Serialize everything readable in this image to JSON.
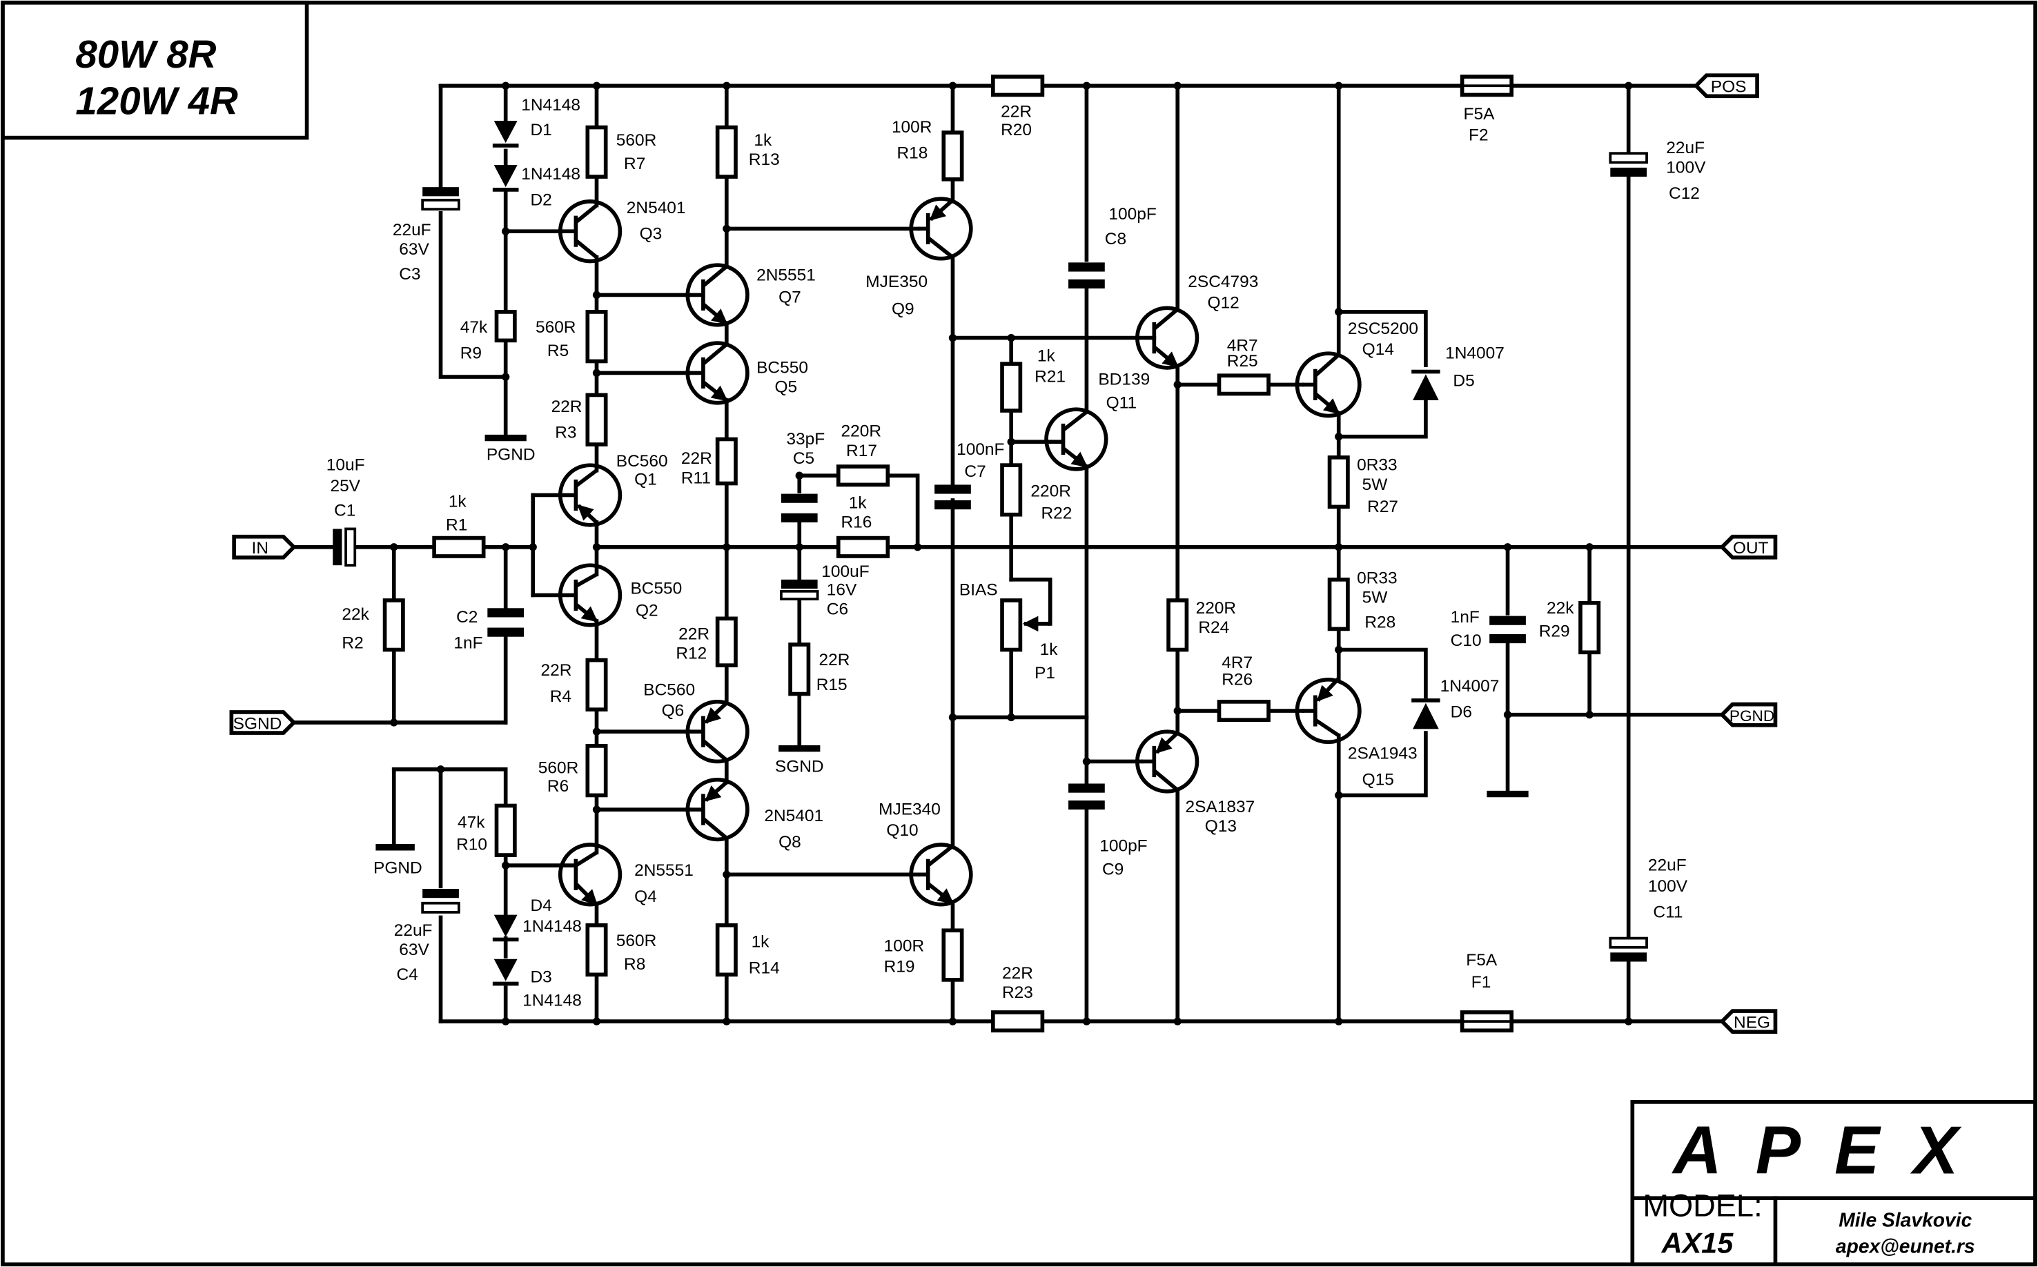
{
  "title_block": {
    "power_line1": "80W 8R",
    "power_line2": "120W 4R",
    "logo": "APEX",
    "model_label": "MODEL:",
    "model_value": "AX15",
    "author": "Mile Slavkovic",
    "email": "apex@eunet.rs"
  },
  "ports": {
    "in": "IN",
    "sgnd": "SGND",
    "pos": "POS",
    "neg": "NEG",
    "out": "OUT",
    "pgnd": "PGND"
  },
  "ground_labels": {
    "pgnd_top": "PGND",
    "pgnd_bottom": "PGND",
    "sgnd_feedback": "SGND"
  },
  "bias_label": "BIAS",
  "components": {
    "D1": {
      "ref": "D1",
      "value": "1N4148"
    },
    "D2": {
      "ref": "D2",
      "value": "1N4148"
    },
    "D3": {
      "ref": "D3",
      "value": "1N4148"
    },
    "D4": {
      "ref": "D4",
      "value": "1N4148"
    },
    "D5": {
      "ref": "D5",
      "value": "1N4007"
    },
    "D6": {
      "ref": "D6",
      "value": "1N4007"
    },
    "C1": {
      "ref": "C1",
      "value": "10uF",
      "value2": "25V"
    },
    "C2": {
      "ref": "C2",
      "value": "1nF"
    },
    "C3": {
      "ref": "C3",
      "value": "22uF",
      "value2": "63V"
    },
    "C4": {
      "ref": "C4",
      "value": "22uF",
      "value2": "63V"
    },
    "C5": {
      "ref": "C5",
      "value": "33pF"
    },
    "C6": {
      "ref": "C6",
      "value": "100uF",
      "value2": "16V"
    },
    "C7": {
      "ref": "C7",
      "value": "100nF"
    },
    "C8": {
      "ref": "C8",
      "value": "100pF"
    },
    "C9": {
      "ref": "C9",
      "value": "100pF"
    },
    "C10": {
      "ref": "C10",
      "value": "1nF"
    },
    "C11": {
      "ref": "C11",
      "value": "22uF",
      "value2": "100V"
    },
    "C12": {
      "ref": "C12",
      "value": "22uF",
      "value2": "100V"
    },
    "R1": {
      "ref": "R1",
      "value": "1k"
    },
    "R2": {
      "ref": "R2",
      "value": "22k"
    },
    "R3": {
      "ref": "R3",
      "value": "22R"
    },
    "R4": {
      "ref": "R4",
      "value": "22R"
    },
    "R5": {
      "ref": "R5",
      "value": "560R"
    },
    "R6": {
      "ref": "R6",
      "value": "560R"
    },
    "R7": {
      "ref": "R7",
      "value": "560R"
    },
    "R8": {
      "ref": "R8",
      "value": "560R"
    },
    "R9": {
      "ref": "R9",
      "value": "47k"
    },
    "R10": {
      "ref": "R10",
      "value": "47k"
    },
    "R11": {
      "ref": "R11",
      "value": "22R"
    },
    "R12": {
      "ref": "R12",
      "value": "22R"
    },
    "R13": {
      "ref": "R13",
      "value": "1k"
    },
    "R14": {
      "ref": "R14",
      "value": "1k"
    },
    "R15": {
      "ref": "R15",
      "value": "22R"
    },
    "R16": {
      "ref": "R16",
      "value": "1k"
    },
    "R17": {
      "ref": "R17",
      "value": "220R"
    },
    "R18": {
      "ref": "R18",
      "value": "100R"
    },
    "R19": {
      "ref": "R19",
      "value": "100R"
    },
    "R20": {
      "ref": "R20",
      "value": "22R"
    },
    "R21": {
      "ref": "R21",
      "value": "1k"
    },
    "R22": {
      "ref": "R22",
      "value": "220R"
    },
    "R23": {
      "ref": "R23",
      "value": "22R"
    },
    "R24": {
      "ref": "R24",
      "value": "220R"
    },
    "R25": {
      "ref": "R25",
      "value": "4R7"
    },
    "R26": {
      "ref": "R26",
      "value": "4R7"
    },
    "R27": {
      "ref": "R27",
      "value": "0R33",
      "value2": "5W"
    },
    "R28": {
      "ref": "R28",
      "value": "0R33",
      "value2": "5W"
    },
    "R29": {
      "ref": "R29",
      "value": "22k"
    },
    "P1": {
      "ref": "P1",
      "value": "1k"
    },
    "F1": {
      "ref": "F1",
      "value": "F5A"
    },
    "F2": {
      "ref": "F2",
      "value": "F5A"
    },
    "Q1": {
      "ref": "Q1",
      "value": "BC560"
    },
    "Q2": {
      "ref": "Q2",
      "value": "BC550"
    },
    "Q3": {
      "ref": "Q3",
      "value": "2N5401"
    },
    "Q4": {
      "ref": "Q4",
      "value": "2N5551"
    },
    "Q5": {
      "ref": "Q5",
      "value": "BC550"
    },
    "Q6": {
      "ref": "Q6",
      "value": "BC560"
    },
    "Q7": {
      "ref": "Q7",
      "value": "2N5551"
    },
    "Q8": {
      "ref": "Q8",
      "value": "2N5401"
    },
    "Q9": {
      "ref": "Q9",
      "value": "MJE350"
    },
    "Q10": {
      "ref": "Q10",
      "value": "MJE340"
    },
    "Q11": {
      "ref": "Q11",
      "value": "BD139"
    },
    "Q12": {
      "ref": "Q12",
      "value": "2SC4793"
    },
    "Q13": {
      "ref": "Q13",
      "value": "2SA1837"
    },
    "Q14": {
      "ref": "Q14",
      "value": "2SC5200"
    },
    "Q15": {
      "ref": "Q15",
      "value": "2SA1943"
    }
  }
}
